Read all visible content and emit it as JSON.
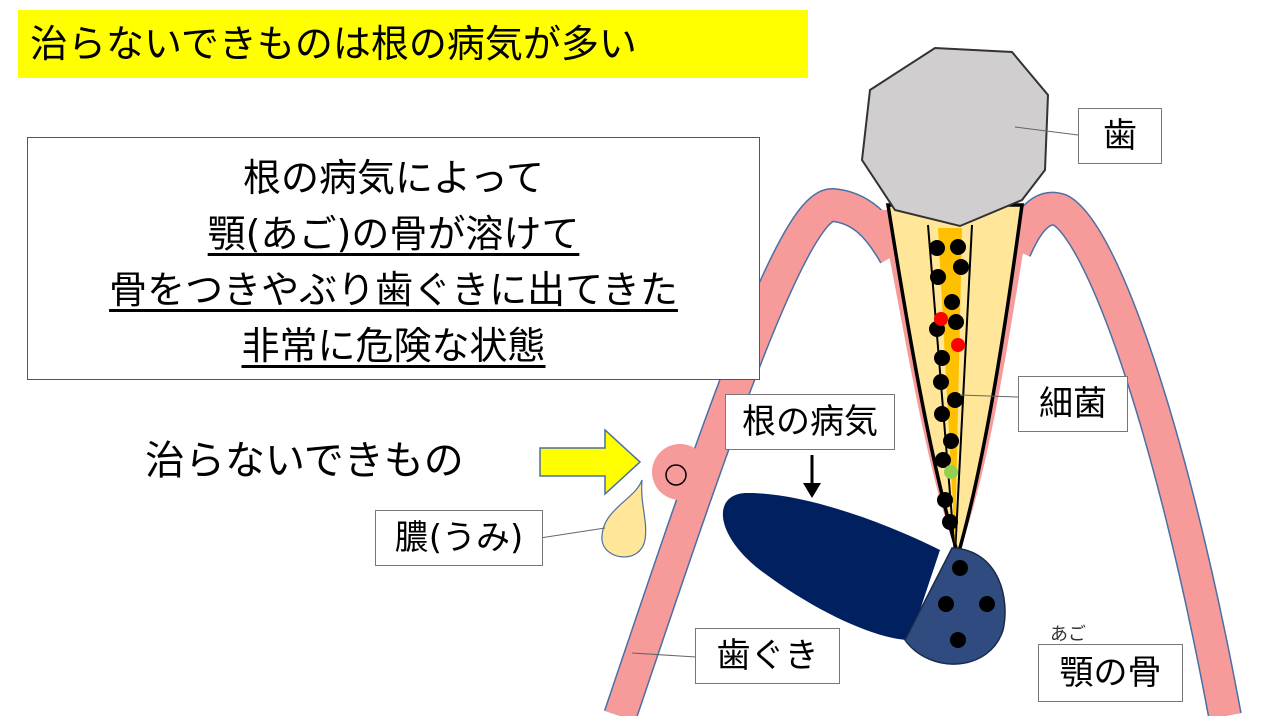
{
  "title": "治らないできものは根の病気が多い",
  "explanation": {
    "lines": [
      "根の病気によって",
      "顎(あご)の骨が溶けて",
      "骨をつきやぶり歯ぐきに出てきた",
      "非常に危険な状態"
    ]
  },
  "labels": {
    "tooth": "歯",
    "bacteria": "細菌",
    "root_disease": "根の病気",
    "lesion_callout": "治らないできもの",
    "pus": "膿(うみ)",
    "gum": "歯ぐき",
    "jawbone": "顎の骨",
    "jawbone_ruby": "あご"
  },
  "colors": {
    "highlight": "#ffff00",
    "gum": "#f79a9a",
    "root": "#ffe699",
    "canal": "#ffc000",
    "lesion": "#002060",
    "lesion_tip": "#2f4b7f",
    "crown": "#d0cece"
  }
}
